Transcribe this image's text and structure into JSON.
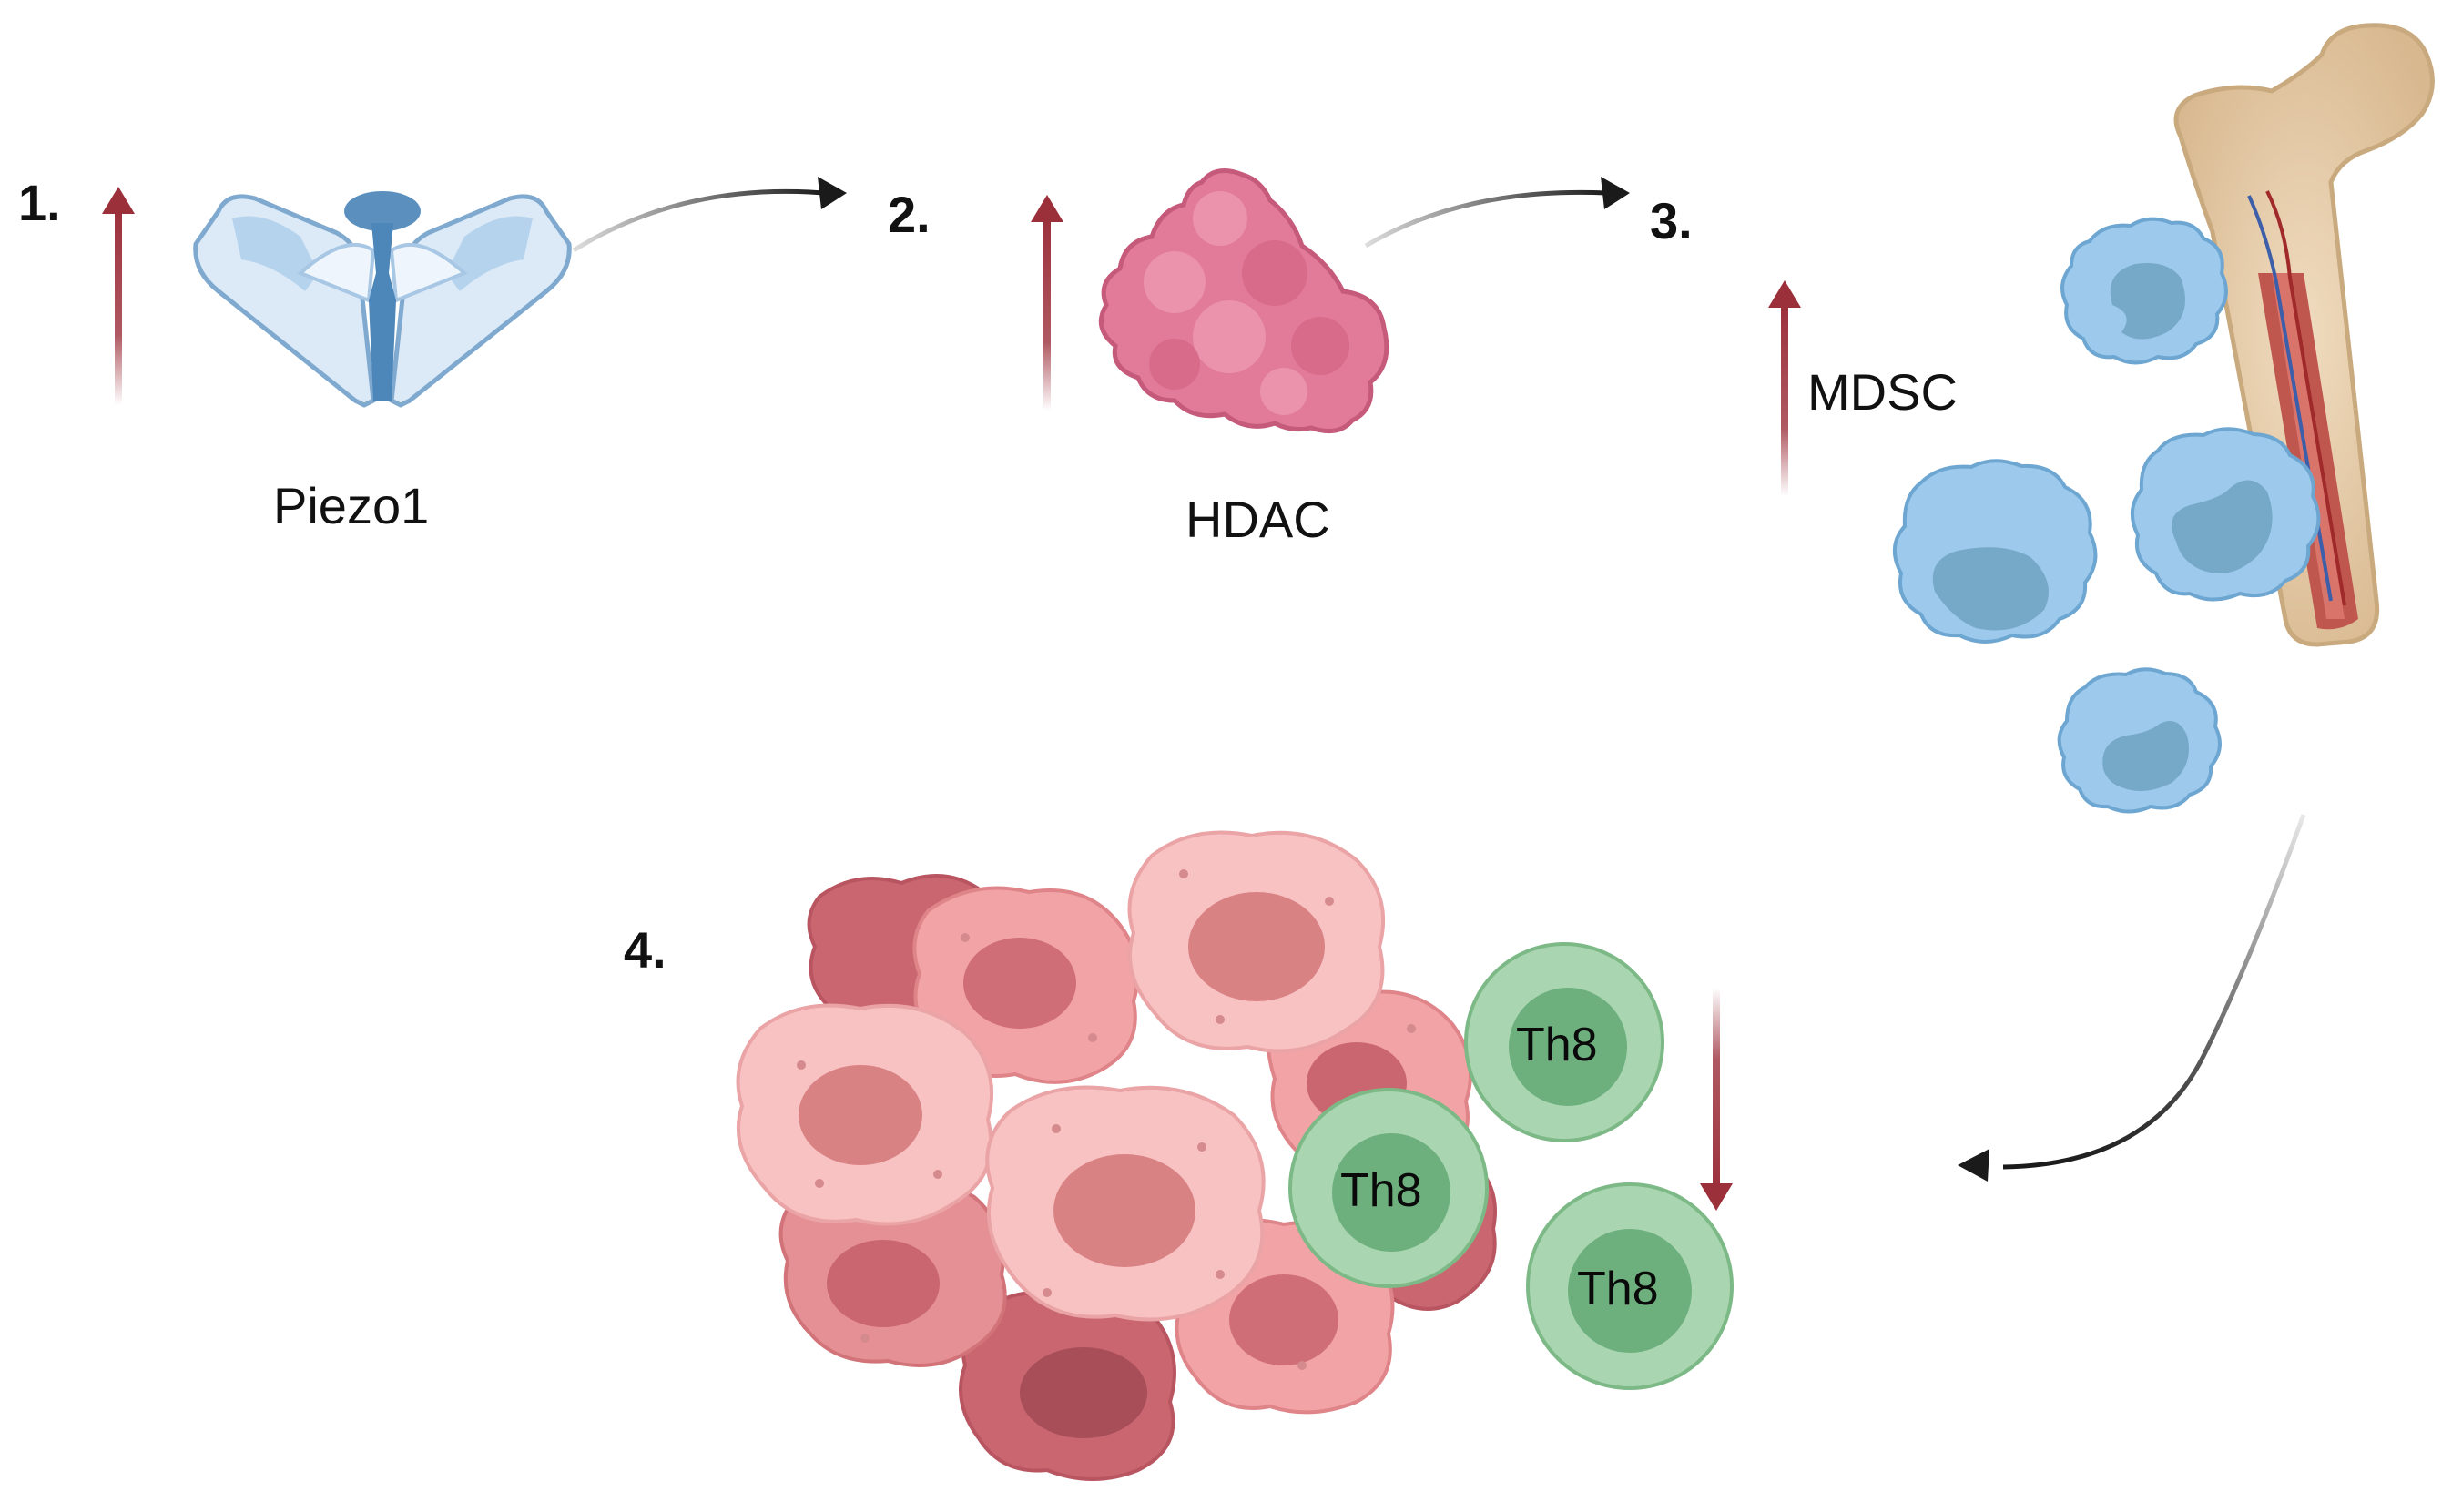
{
  "steps": {
    "s1": "1.",
    "s2": "2.",
    "s3": "3.",
    "s4": "4."
  },
  "labels": {
    "piezo1": "Piezo1",
    "hdac": "HDAC",
    "mdsc": "MDSC",
    "th_cells": [
      "Th8",
      "Th8",
      "Th8"
    ]
  },
  "direction": {
    "piezo1": "up",
    "hdac": "up",
    "mdsc": "up",
    "th8": "down"
  },
  "colors": {
    "regulation_arrow": "#9b2f3a",
    "flow_arrow": "#1a1a1a",
    "piezo_light": "#d9e9f8",
    "piezo_dark": "#4d86b8",
    "hdac": "#d96b8c",
    "mdsc_cell": "#8ec0e8",
    "mdsc_nucleus": "#6fa6c8",
    "tumor_light": "#f6b9bb",
    "tumor_dark": "#c9666f",
    "th_outer": "#a9d6b0",
    "th_inner": "#6db07e",
    "bone": "#e7ccaa"
  }
}
